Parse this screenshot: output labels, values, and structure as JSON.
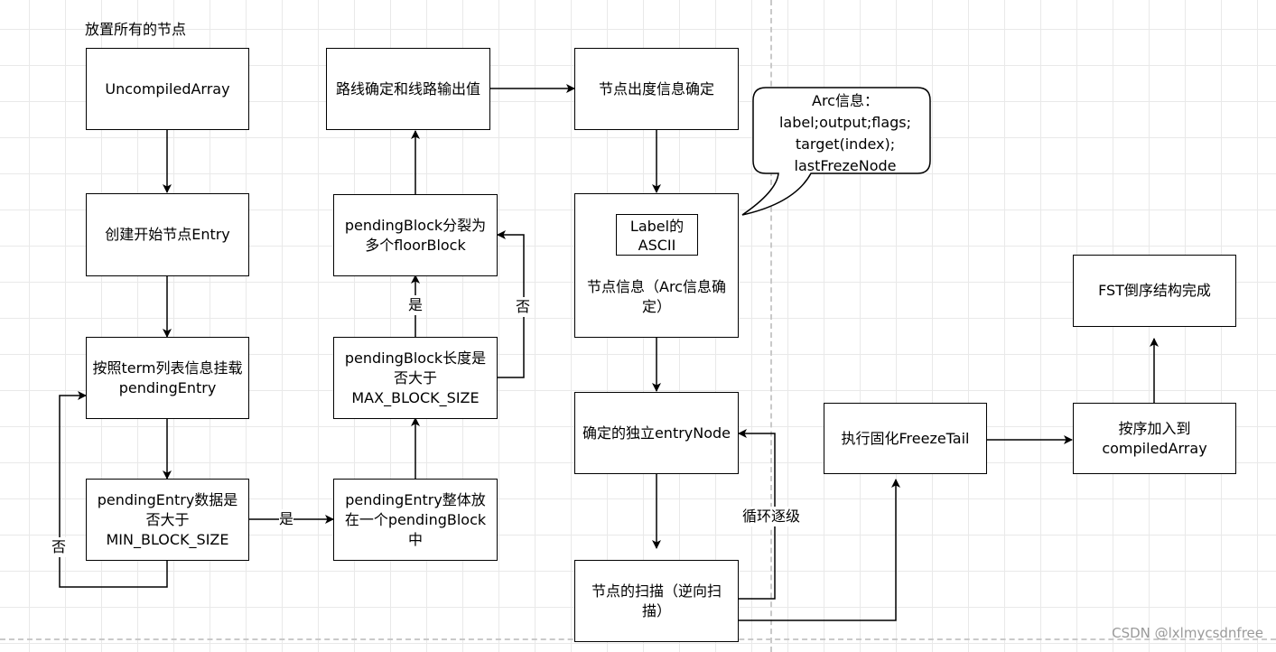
{
  "diagram": {
    "top_caption": "放置所有的节点",
    "nodes": {
      "uncompiled": "UncompiledArray",
      "create_entry": "创建开始节点Entry",
      "mount_pending": "按照term列表信息挂载pendingEntry",
      "pending_check": "pendingEntry数据是否大于MIN_BLOCK_SIZE",
      "pending_whole": "pendingEntry整体放在一个pendingBlock中",
      "block_len_check": "pendingBlock长度是否大于MAX_BLOCK_SIZE",
      "block_split": "pendingBlock分裂为多个floorBlock",
      "route_output": "路线确定和线路输出值",
      "out_degree": "节点出度信息确定",
      "node_info": "节点信息（Arc信息确定）",
      "label_ascii": "Label的ASCII",
      "entry_node": "确定的独立entryNode",
      "node_scan": "节点的扫描（逆向扫描）",
      "freeze_tail": "执行固化FreezeTail",
      "compiled": "按序加入到compiledArray",
      "fst_done": "FST倒序结构完成"
    },
    "callout": {
      "lines": [
        "Arc信息：",
        "label;output;flags;",
        "target(index);",
        "lastFrezeNode"
      ]
    },
    "edge_labels": {
      "yes_right": "是",
      "no_left": "否",
      "yes_up": "是",
      "no_right": "否",
      "loop": "循环逐级"
    },
    "watermark": "CSDN @lxlmycsdnfree"
  }
}
